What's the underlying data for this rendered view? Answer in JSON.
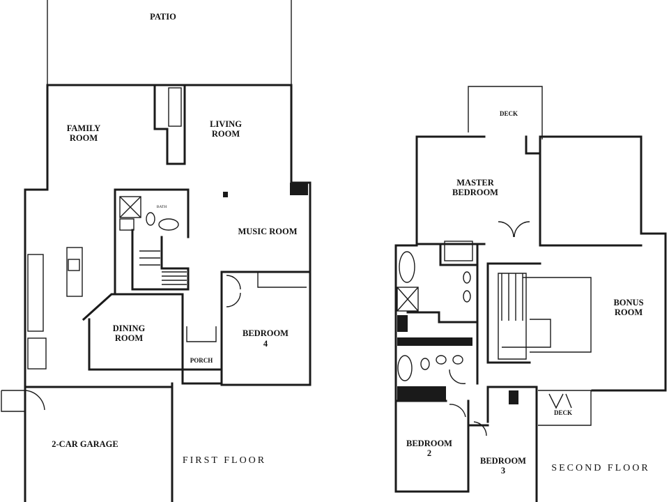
{
  "first_floor": {
    "title": "FIRST FLOOR",
    "rooms": {
      "patio": "PATIO",
      "family_room": [
        "FAMILY",
        "ROOM"
      ],
      "living_room": [
        "LIVING",
        "ROOM"
      ],
      "music_room": "MUSIC ROOM",
      "bath": "BATH",
      "dining_room": [
        "DINING",
        "ROOM"
      ],
      "bedroom_4": [
        "BEDROOM",
        "4"
      ],
      "porch": "PORCH",
      "garage": "2-CAR GARAGE"
    }
  },
  "second_floor": {
    "title": "SECOND FLOOR",
    "rooms": {
      "deck_top": "DECK",
      "master_bedroom": [
        "MASTER",
        "BEDROOM"
      ],
      "bonus_room": [
        "BONUS",
        "ROOM"
      ],
      "bedroom_2": [
        "BEDROOM",
        "2"
      ],
      "bedroom_3": [
        "BEDROOM",
        "3"
      ],
      "deck_bottom": "DECK"
    }
  }
}
